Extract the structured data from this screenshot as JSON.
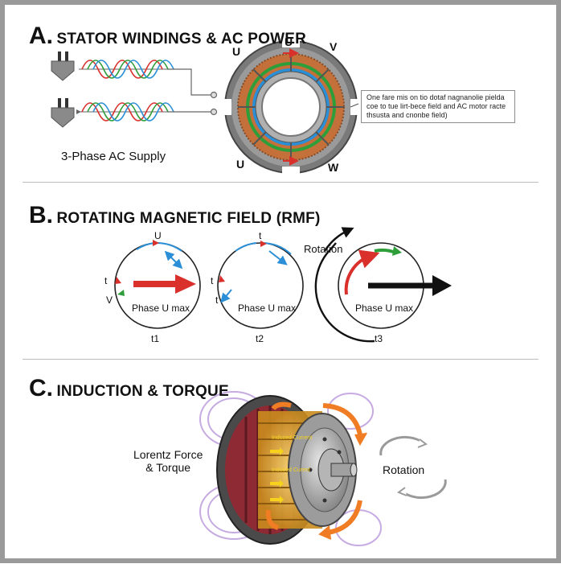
{
  "sections": {
    "a": {
      "letter": "A.",
      "title": "STATOR WINDINGS & AC POWER",
      "supply_label": "3-Phase AC Supply",
      "phase_labels": {
        "u_top_left": "U",
        "u_top": "U",
        "v_top": "V",
        "u_bottom": "U",
        "w_bottom": "W"
      },
      "callout": [
        "One fare mis on tio dotaf nagnanolie pielda",
        "coe to tue lirt-bece field and AC motor racte",
        "thsusta and cnonbe field)"
      ]
    },
    "b": {
      "letter": "B.",
      "title": "ROTATING MAGNETIC FIELD (RMF)",
      "rotation_label": "Rotation",
      "diagrams": [
        {
          "caption": "t1",
          "center_label": "Phase U max",
          "markers": [
            "U",
            "t",
            "V"
          ]
        },
        {
          "caption": "t2",
          "center_label": "Phase U max",
          "markers": [
            "t",
            "t",
            "t"
          ]
        },
        {
          "caption": "t3",
          "center_label": "Phase U max",
          "markers": []
        }
      ]
    },
    "c": {
      "letter": "C.",
      "title": "INDUCTION & TORQUE",
      "force_label_1": "Lorentz Force",
      "force_label_2": "& Torque",
      "rotation_label": "Rotation",
      "current_label_1": "Induced Current",
      "current_label_2": "Induced Curent"
    }
  },
  "colors": {
    "phase_red": "#d9302c",
    "phase_green": "#2e9e3a",
    "phase_blue": "#2a8fd6",
    "copper": "#c4703a",
    "torque_orange": "#f07c24",
    "field_purple": "#b48fd8"
  }
}
